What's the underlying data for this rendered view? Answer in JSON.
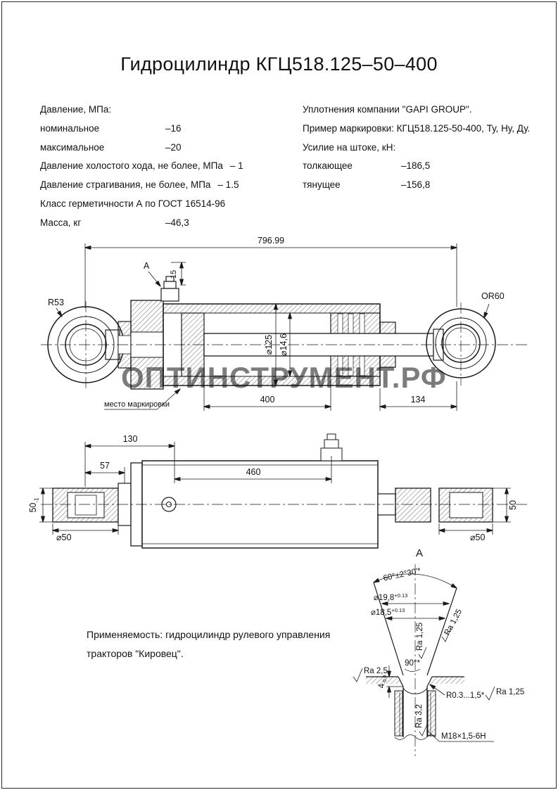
{
  "page": {
    "title": "Гидроцилиндр КГЦ518.125–50–400"
  },
  "specs_left": {
    "header": "Давление, МПа:",
    "nominal_label": "номинальное",
    "nominal_value": "–16",
    "max_label": "максимальное",
    "max_value": "–20",
    "idle_label": "Давление холостого хода, не более, МПа",
    "idle_value": "– 1",
    "breakaway_label": "Давление страгивания, не более, МПа",
    "breakaway_value": "– 1.5",
    "seal_class": "Класс герметичности А по ГОСТ 16514-96",
    "mass_label": "Масса, кг",
    "mass_value": "–46,3"
  },
  "specs_right": {
    "seals": "Уплотнения компании \"GAPI GROUP\".",
    "marking_example": "Пример маркировки: КГЦ518.125-50-400, Ту, Ну, Ду.",
    "force_header": "Усилие на штоке, кН:",
    "push_label": "толкающее",
    "push_value": "–186,5",
    "pull_label": "тянущее",
    "pull_value": "–156,8"
  },
  "main_view": {
    "overall_length": "796.99",
    "callout_a": "А",
    "dim_15": "15",
    "r53": "R53",
    "or60": "OR60",
    "d125": "⌀125",
    "d146": "⌀14,6",
    "dim_400": "400",
    "dim_134": "134",
    "marking_note": "место маркировки"
  },
  "top_view": {
    "dim_130": "130",
    "dim_57": "57",
    "dim_460": "460",
    "dim_50_left": "50",
    "dim_50_left_tol": "-1",
    "dim_50_right": "50",
    "d50_left": "⌀50",
    "d50_right": "⌀50"
  },
  "detail_a": {
    "label": "А",
    "angle_60": "60°±2°30'*",
    "d198": "⌀19,8",
    "d198_tol": "+0.13",
    "d185": "⌀18,5",
    "d185_tol": "+0.13",
    "ra_125_cone": "Ra 1,25",
    "ra_125_edge": "Ra 1,25",
    "angle_90": "90°*",
    "ra_25": "Ra 2,5",
    "dim_4": "4",
    "dim_4_tol": "-0.8",
    "radius_note": "R0.3...1,5*",
    "ra_125_right": "Ra 1,25",
    "ra_32": "Ra 3,2",
    "thread": "M18×1,5-6H"
  },
  "application": {
    "line1": "Применяемость: гидроцилиндр рулевого управления",
    "line2": "тракторов \"Кировец\"."
  },
  "watermark": "ОПТИНСТРУМЕНТ.РФ",
  "colors": {
    "line": "#1a1a1a",
    "watermark": "#a9cfe2"
  }
}
